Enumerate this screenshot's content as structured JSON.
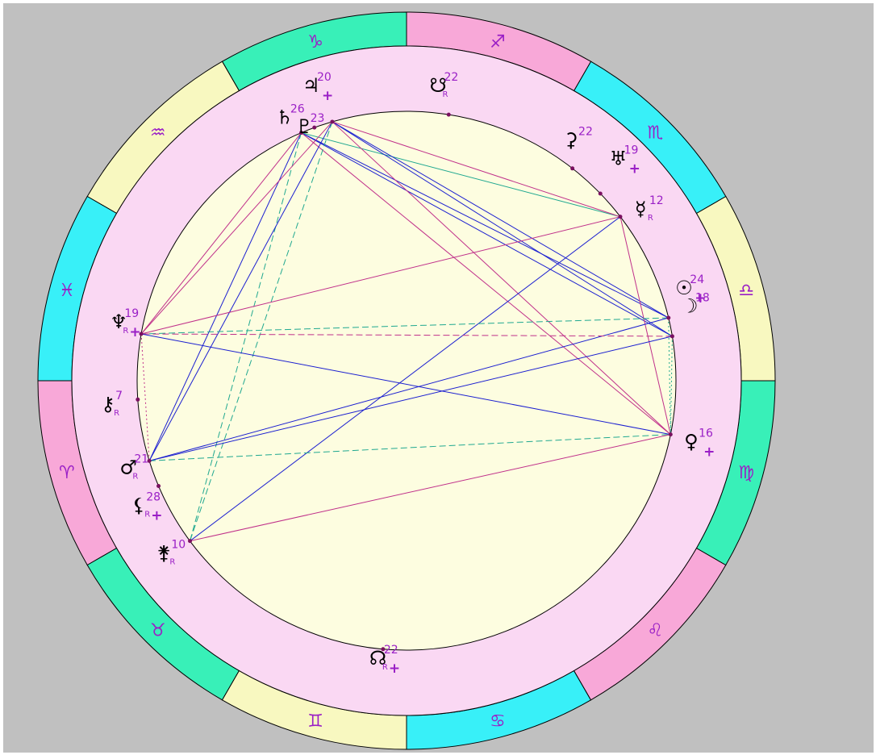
{
  "colors": {
    "background": "#c0c0c0",
    "outer_pink": "#fad8f3",
    "inner_cream": "#fdfde0",
    "glyph": "#9a1fc6",
    "aspect_blue": "#1b1fd0",
    "aspect_magenta": "#c0308a",
    "aspect_teal": "#20a890",
    "dot": "#7a1060",
    "band_fill": {
      "pink": "#f8a8d8",
      "cyan": "#38f0f8",
      "yellow": "#f8f8c0",
      "green": "#38f0b8"
    }
  },
  "zodiac": [
    {
      "sign": "Aries",
      "glyph": "♈",
      "color": "pink"
    },
    {
      "sign": "Taurus",
      "glyph": "♉",
      "color": "green"
    },
    {
      "sign": "Gemini",
      "glyph": "♊",
      "color": "yellow"
    },
    {
      "sign": "Cancer",
      "glyph": "♋",
      "color": "cyan"
    },
    {
      "sign": "Leo",
      "glyph": "♌",
      "color": "pink"
    },
    {
      "sign": "Virgo",
      "glyph": "♍",
      "color": "green"
    },
    {
      "sign": "Libra",
      "glyph": "♎",
      "color": "yellow"
    },
    {
      "sign": "Scorpio",
      "glyph": "♏",
      "color": "cyan"
    },
    {
      "sign": "Sagittarius",
      "glyph": "♐",
      "color": "pink"
    },
    {
      "sign": "Capricorn",
      "glyph": "♑",
      "color": "green"
    },
    {
      "sign": "Aquarius",
      "glyph": "♒",
      "color": "yellow"
    },
    {
      "sign": "Pisces",
      "glyph": "♓",
      "color": "cyan"
    }
  ],
  "bodies": [
    {
      "id": "sun",
      "name": "Sun",
      "glyph": "☉",
      "degree": "24",
      "retro": false,
      "plus": true
    },
    {
      "id": "moon",
      "name": "Moon",
      "glyph": "☽",
      "degree": "18",
      "retro": false,
      "plus": false
    },
    {
      "id": "mercury",
      "name": "Mercury",
      "glyph": "☿",
      "degree": "12",
      "retro": true,
      "plus": false
    },
    {
      "id": "venus",
      "name": "Venus",
      "glyph": "♀",
      "degree": "16",
      "retro": false,
      "plus": true
    },
    {
      "id": "mars",
      "name": "Mars",
      "glyph": "♂",
      "degree": "21",
      "retro": true,
      "plus": false
    },
    {
      "id": "jupiter",
      "name": "Jupiter",
      "glyph": "♃",
      "degree": "20",
      "retro": false,
      "plus": true
    },
    {
      "id": "saturn",
      "name": "Saturn",
      "glyph": "♄",
      "degree": "26",
      "retro": false,
      "plus": false
    },
    {
      "id": "uranus",
      "name": "Uranus",
      "glyph": "♅",
      "degree": "19",
      "retro": false,
      "plus": true
    },
    {
      "id": "neptune",
      "name": "Neptune",
      "glyph": "♆",
      "degree": "19",
      "retro": true,
      "plus": true
    },
    {
      "id": "pluto",
      "name": "Pluto",
      "glyph": "♇",
      "degree": "23",
      "retro": false,
      "plus": false
    },
    {
      "id": "chiron",
      "name": "Chiron",
      "glyph": "⚷",
      "degree": "7",
      "retro": true,
      "plus": false
    },
    {
      "id": "lilith",
      "name": "Lilith",
      "glyph": "⚸",
      "degree": "28",
      "retro": true,
      "plus": true
    },
    {
      "id": "juno",
      "name": "Juno",
      "glyph": "⚵",
      "degree": "10",
      "retro": true,
      "plus": false
    },
    {
      "id": "ceres",
      "name": "Ceres",
      "glyph": "⚳",
      "degree": "22",
      "retro": false,
      "plus": false
    },
    {
      "id": "south_node",
      "name": "South Node",
      "glyph": "☋",
      "degree": "22",
      "retro": true,
      "plus": false
    },
    {
      "id": "north_node",
      "name": "North Node",
      "glyph": "☊",
      "degree": "22",
      "retro": true,
      "plus": true
    }
  ],
  "retro_marker": "R",
  "plus_marker": "+",
  "aspects": [
    {
      "from": "pluto",
      "to": "sun",
      "color": "blue",
      "style": "solid"
    },
    {
      "from": "pluto",
      "to": "moon",
      "color": "blue",
      "style": "solid"
    },
    {
      "from": "pluto",
      "to": "venus",
      "color": "magenta",
      "style": "solid"
    },
    {
      "from": "pluto",
      "to": "mercury",
      "color": "teal",
      "style": "solid"
    },
    {
      "from": "pluto",
      "to": "mars",
      "color": "blue",
      "style": "solid"
    },
    {
      "from": "pluto",
      "to": "juno",
      "color": "teal",
      "style": "dashed"
    },
    {
      "from": "pluto",
      "to": "neptune",
      "color": "magenta",
      "style": "solid"
    },
    {
      "from": "jupiter",
      "to": "sun",
      "color": "blue",
      "style": "solid"
    },
    {
      "from": "jupiter",
      "to": "moon",
      "color": "blue",
      "style": "solid"
    },
    {
      "from": "jupiter",
      "to": "mercury",
      "color": "magenta",
      "style": "solid"
    },
    {
      "from": "jupiter",
      "to": "venus",
      "color": "magenta",
      "style": "solid"
    },
    {
      "from": "jupiter",
      "to": "mars",
      "color": "blue",
      "style": "solid"
    },
    {
      "from": "jupiter",
      "to": "neptune",
      "color": "magenta",
      "style": "solid"
    },
    {
      "from": "jupiter",
      "to": "juno",
      "color": "teal",
      "style": "dashed"
    },
    {
      "from": "mercury",
      "to": "neptune",
      "color": "magenta",
      "style": "solid"
    },
    {
      "from": "mercury",
      "to": "juno",
      "color": "blue",
      "style": "solid"
    },
    {
      "from": "mercury",
      "to": "venus",
      "color": "magenta",
      "style": "solid"
    },
    {
      "from": "sun",
      "to": "neptune",
      "color": "teal",
      "style": "dashed"
    },
    {
      "from": "sun",
      "to": "mars",
      "color": "blue",
      "style": "solid"
    },
    {
      "from": "sun",
      "to": "venus",
      "color": "teal",
      "style": "dotted"
    },
    {
      "from": "moon",
      "to": "neptune",
      "color": "magenta",
      "style": "dashed"
    },
    {
      "from": "moon",
      "to": "mars",
      "color": "blue",
      "style": "solid"
    },
    {
      "from": "moon",
      "to": "venus",
      "color": "teal",
      "style": "dotted"
    },
    {
      "from": "neptune",
      "to": "venus",
      "color": "blue",
      "style": "solid"
    },
    {
      "from": "neptune",
      "to": "mars",
      "color": "magenta",
      "style": "dotted"
    },
    {
      "from": "mars",
      "to": "venus",
      "color": "teal",
      "style": "dashed"
    },
    {
      "from": "juno",
      "to": "venus",
      "color": "magenta",
      "style": "solid"
    }
  ]
}
